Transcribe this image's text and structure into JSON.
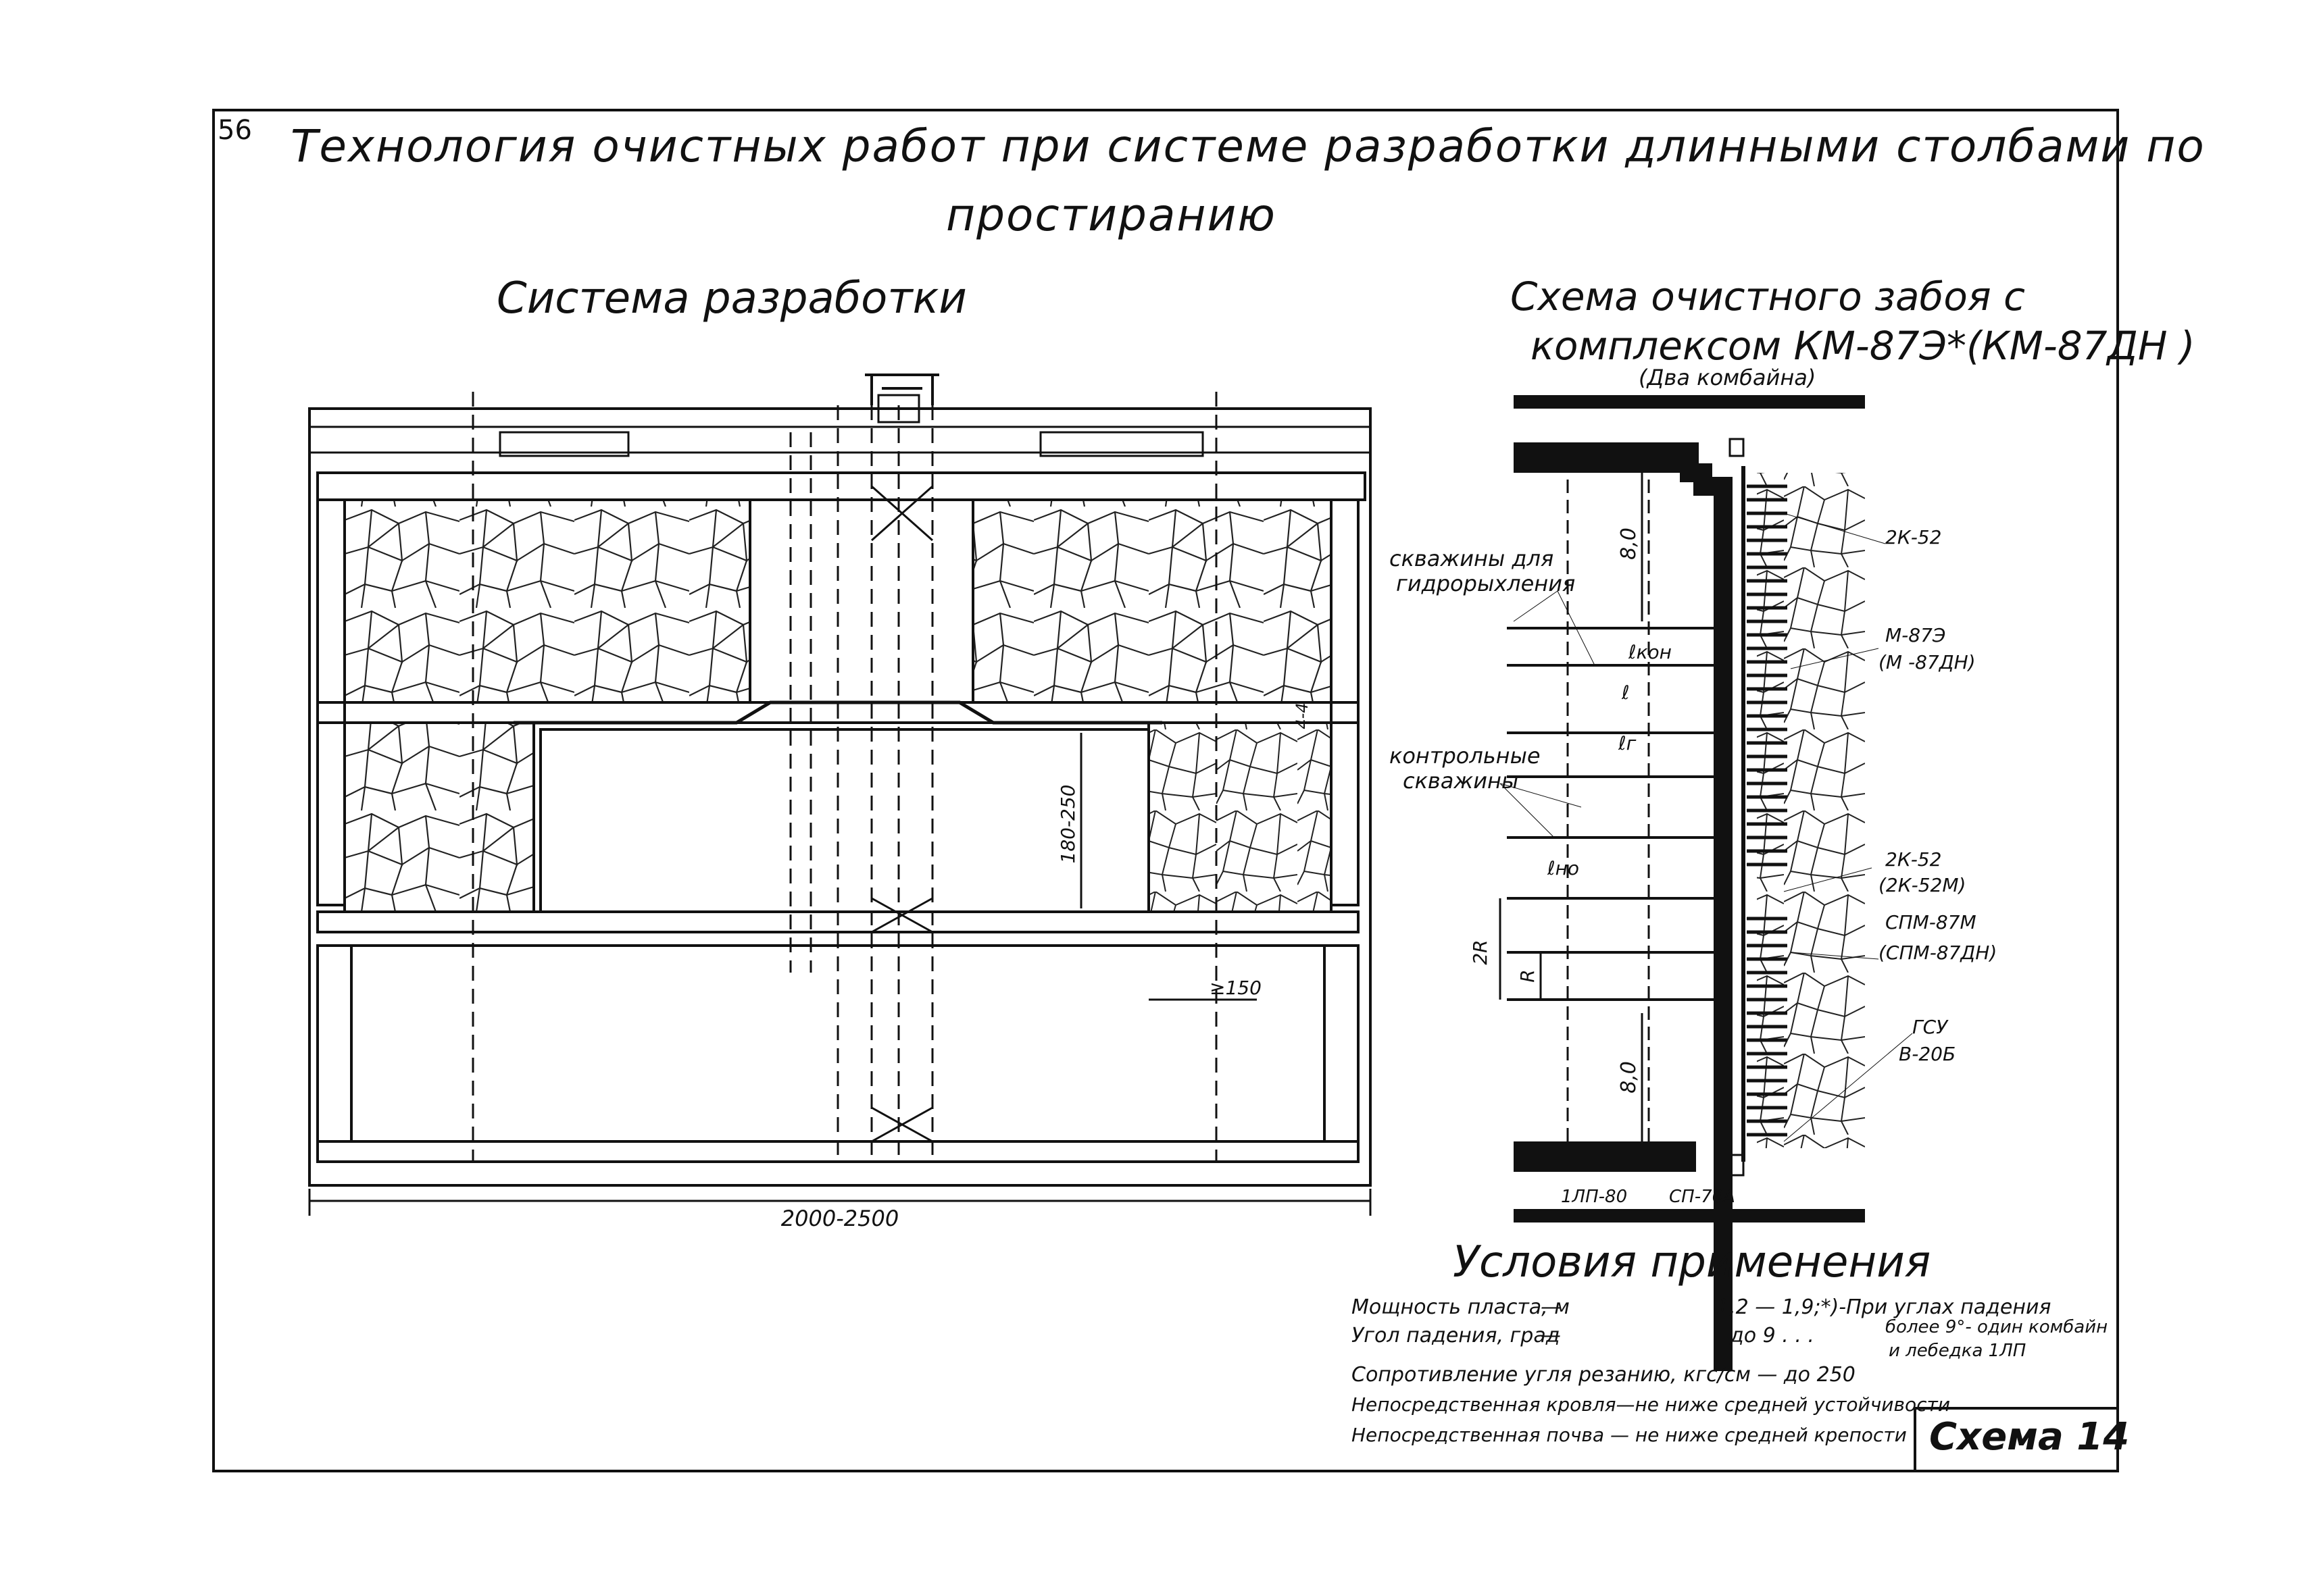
{
  "page_number": "56",
  "title_line1": "Технология очистных работ при системе разработки длинными столбами по",
  "title_line2": "простиранию",
  "left_heading": "Система разработки",
  "right_heading_line1": "Схема очистного забоя с",
  "right_heading_line2": "комплексом КМ-87Э*(КМ-87ДН )",
  "right_heading_note": "(Два комбайна)",
  "left_diagram": {
    "dim_width": "2000-2500",
    "dim_panel": "180-250",
    "dim_pillar": "≥150",
    "dim_small": "4-4"
  },
  "right_diagram": {
    "label_wells_hydro_1": "скважины для",
    "label_wells_hydro_2": "гидрорыхления",
    "label_control_1": "контрольные",
    "label_control_2": "скважины",
    "dim_top": "8,0",
    "dim_bottom": "8,0",
    "dim_lkon": "ℓкон",
    "dim_l": "ℓ",
    "dim_lg": "ℓг",
    "dim_lno": "ℓно",
    "dim_2r": "2R",
    "dim_r": "R",
    "eq_2k52_top": "2К-52",
    "eq_m87e": "М-87Э",
    "eq_m87dn": "(М -87ДН)",
    "eq_2k52_mid": "2К-52",
    "eq_2k52m": "(2К-52М)",
    "eq_spm87m": "СПМ-87М",
    "eq_spm87dn": "(СПМ-87ДН)",
    "eq_gsu": "ГСУ",
    "eq_v20b": "В-20Б",
    "eq_1lp80": "1ЛП-80",
    "eq_sp70a": "СП-70А"
  },
  "conditions": {
    "heading": "Условия применения",
    "rows": [
      {
        "label": "Мощность пласта, м",
        "dash": "—",
        "value": "1,2 — 1,9;*)-При углах падения"
      },
      {
        "label": "Угол падения, град",
        "dash": "—",
        "value": "до 9 . . ."
      }
    ],
    "footnote_line1": "более 9°- один комбайн",
    "footnote_line2": "и лебедка 1ЛП",
    "line3": "Сопротивление угля резанию, кгс/см — до 250",
    "line4": "Непосредственная кровля—не ниже средней устойчивости",
    "line5": "Непосредственная почва — не ниже средней крепости"
  },
  "stamp": "Схема 14"
}
